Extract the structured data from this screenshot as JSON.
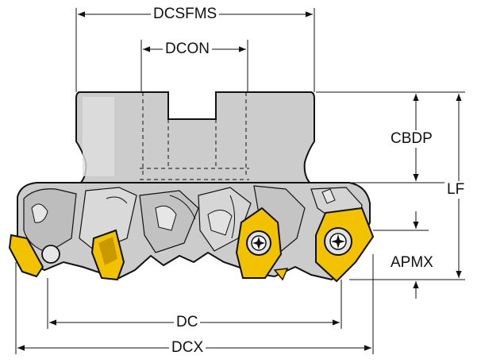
{
  "dimensions": {
    "dcsfms": "DCSFMS",
    "dcon": "DCON",
    "cbdp": "CBDP",
    "lf": "LF",
    "apmx": "APMX",
    "dc": "DC",
    "dcx": "DCX"
  },
  "colors": {
    "body_fill": "#cccccc",
    "body_shade": "#b5b5b5",
    "body_light": "#e4e4e4",
    "outline": "#111111",
    "insert_fill": "#f2c200",
    "insert_shade": "#c99a00",
    "dimension_line": "#111111"
  },
  "icons": {
    "insert_screw": "torx-screw-icon"
  }
}
